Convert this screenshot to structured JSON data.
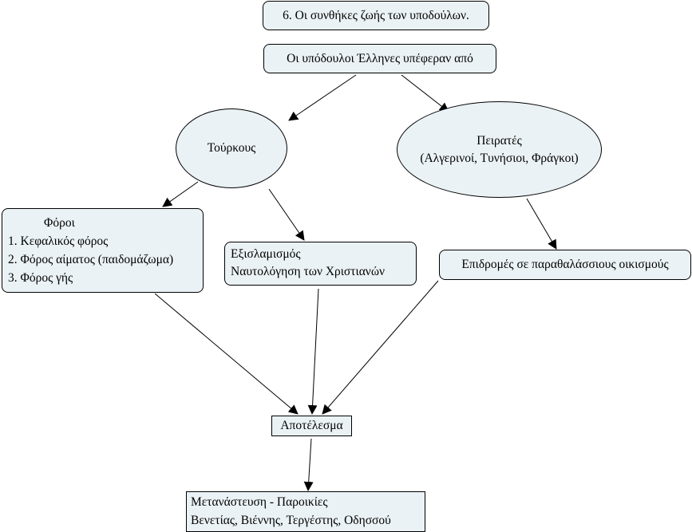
{
  "diagram": {
    "title": "6. Οι συνθήκες ζωής των υποδούλων.",
    "subtitle": "Οι υπόδουλοι Έλληνες υπέφεραν από",
    "turks": "Τούρκους",
    "pirates": {
      "line1": "Πειρατές",
      "line2": "(Αλγερινοί, Τυνήσιοι, Φράγκοι)"
    },
    "taxes": {
      "heading": "Φόροι",
      "items": [
        "1. Κεφαλικός φόρος",
        "2. Φόρος αίματος (παιδομάζωμα)",
        "3. Φόρος γής"
      ]
    },
    "islamization": {
      "line1": "Εξισλαμισμός",
      "line2": "Ναυτολόγηση των Χριστιανών"
    },
    "raids": "Επιδρομές σε παραθαλάσσιους οικισμούς",
    "result": "Αποτέλεσμα",
    "emigration": {
      "line1": "Μετανάστευση - Παροικίες",
      "line2": "Βενετίας, Βιέννης, Τεργέστης, Οδησσού"
    },
    "edges": [
      {
        "from": "subtitle",
        "to": "turks"
      },
      {
        "from": "subtitle",
        "to": "pirates"
      },
      {
        "from": "turks",
        "to": "taxes"
      },
      {
        "from": "turks",
        "to": "islamization"
      },
      {
        "from": "pirates",
        "to": "raids"
      },
      {
        "from": "taxes",
        "to": "result"
      },
      {
        "from": "islamization",
        "to": "result"
      },
      {
        "from": "raids",
        "to": "result"
      },
      {
        "from": "result",
        "to": "emigration"
      }
    ]
  }
}
